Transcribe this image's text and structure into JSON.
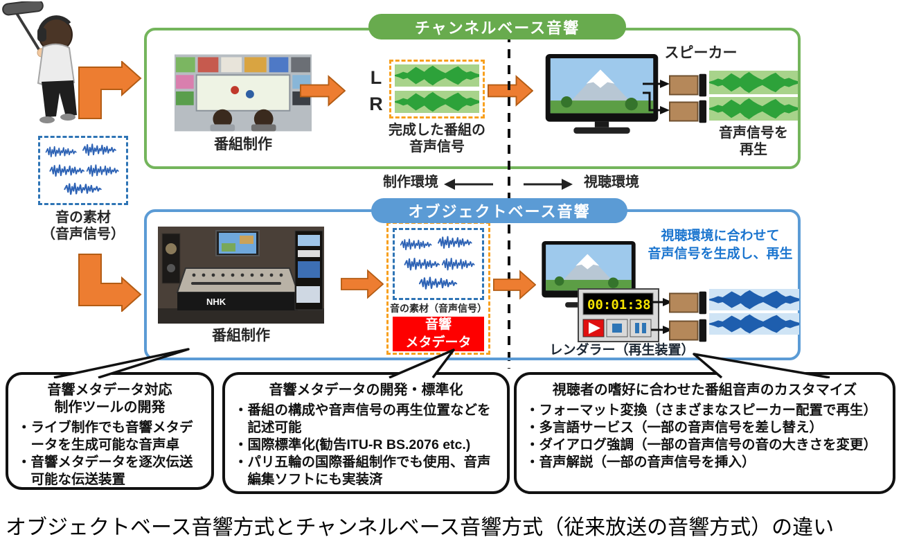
{
  "channel_section": {
    "title": "チャンネルベース音響",
    "production_label": "番組制作",
    "ch_l": "L",
    "ch_r": "R",
    "signal_line1": "完成した番組の",
    "signal_line2": "音声信号",
    "speaker_label": "スピーカー",
    "playback_line1": "音声信号を",
    "playback_line2": "再生"
  },
  "environment": {
    "production": "制作環境",
    "viewing": "視聴環境"
  },
  "source": {
    "material_line1": "音の素材",
    "material_line2": "（音声信号）"
  },
  "object_section": {
    "title": "オブジェクトベース音響",
    "production_label": "番組制作",
    "nhk": "NHK",
    "material_label": "音の素材（音声信号）",
    "metadata_line1": "音響",
    "metadata_line2": "メタデータ",
    "adaptive_line1": "視聴環境に合わせて",
    "adaptive_line2": "音声信号を生成し、再生",
    "timecode": "00:01:38",
    "renderer_label": "レンダラー（再生装置）"
  },
  "callouts": [
    {
      "title_lines": [
        "音響メタデータ対応",
        "制作ツールの開発"
      ],
      "bullets": [
        "・ライブ制作でも音響メタデータを生成可能な音声卓",
        "・音響メタデータを逐次伝送可能な伝送装置"
      ]
    },
    {
      "title_lines": [
        "音響メタデータの開発・標準化"
      ],
      "bullets": [
        "・番組の構成や音声信号の再生位置などを記述可能",
        "・国際標準化(勧告ITU-R BS.2076 etc.)",
        "・パリ五輪の国際番組制作でも使用、音声編集ソフトにも実装済"
      ]
    },
    {
      "title_lines": [
        "視聴者の嗜好に合わせた番組音声のカスタマイズ"
      ],
      "bullets": [
        "・フォーマット変換（さまざまなスピーカー配置で再生）",
        "・多言語サービス（一部の音声信号を差し替え）",
        "・ダイアログ強調（一部の音声信号の音の大きさを変更）",
        "・音声解説（一部の音声信号を挿入）"
      ]
    }
  ],
  "caption": "オブジェクトベース音響方式とチャンネルベース音響方式（従来放送の音響方式）の違い",
  "colors": {
    "channel_green": "#68ab4e",
    "object_blue": "#5b9bd5",
    "arrow_orange": "#ed7d31",
    "metadata_red": "#fe0000",
    "wave_green": "#2da23a",
    "wave_blue": "#1e5eae"
  }
}
